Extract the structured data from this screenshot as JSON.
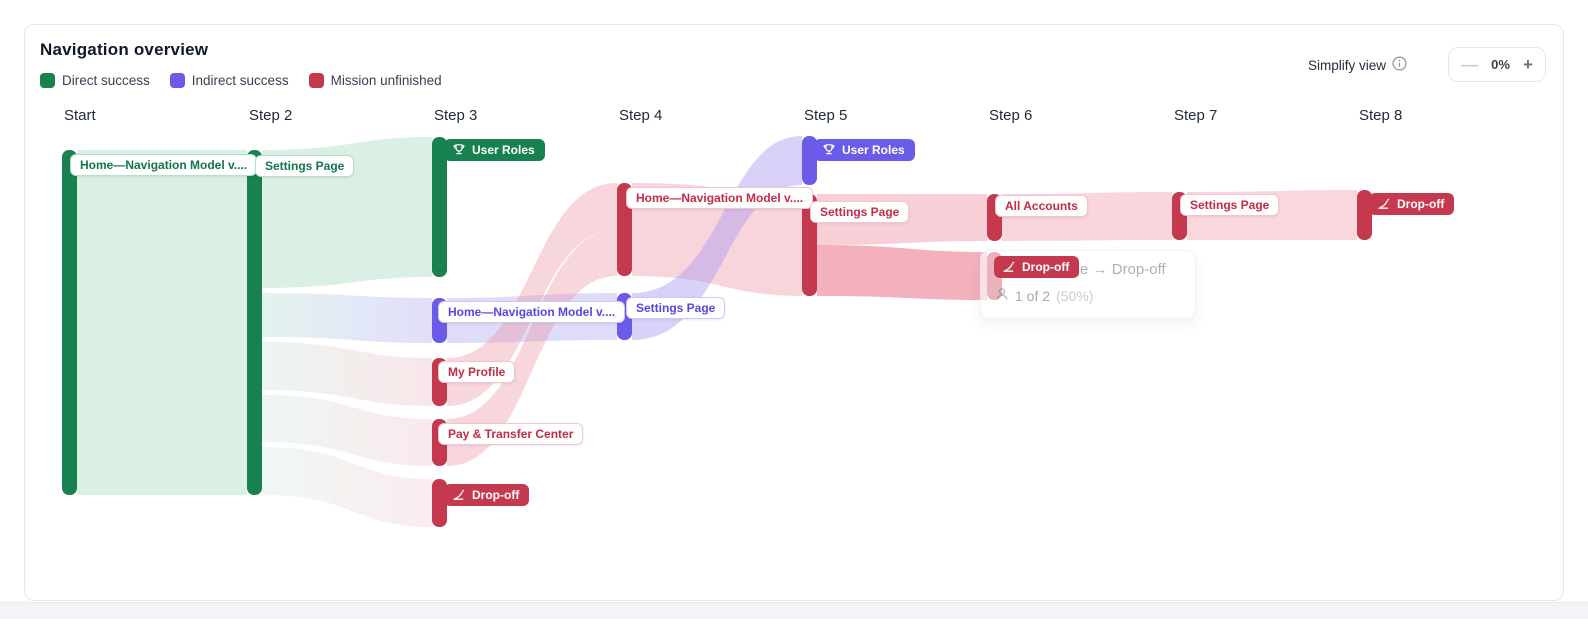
{
  "header": {
    "title": "Navigation overview"
  },
  "legend": [
    {
      "label": "Direct success",
      "color": "#17824f"
    },
    {
      "label": "Indirect success",
      "color": "#6a5ce8"
    },
    {
      "label": "Mission unfinished",
      "color": "#c5394f"
    }
  ],
  "controls": {
    "simplify_label": "Simplify view",
    "zoom": {
      "minus": "—",
      "value": "0%",
      "plus": "+"
    }
  },
  "columns": [
    "Start",
    "Step 2",
    "Step 3",
    "Step 4",
    "Step 5",
    "Step 6",
    "Step 7",
    "Step 8"
  ],
  "nodes": {
    "start_home": {
      "label": "Home—Navigation Model v....",
      "step": "Start",
      "status": "direct"
    },
    "s2_settings": {
      "label": "Settings Page",
      "step": "Step 2",
      "status": "direct"
    },
    "s3_user_roles": {
      "label": "User Roles",
      "step": "Step 3",
      "status": "direct-success"
    },
    "s3_home": {
      "label": "Home—Navigation Model v....",
      "step": "Step 3",
      "status": "indirect"
    },
    "s3_my_profile": {
      "label": "My Profile",
      "step": "Step 3",
      "status": "unfinished"
    },
    "s3_pay": {
      "label": "Pay & Transfer Center",
      "step": "Step 3",
      "status": "unfinished"
    },
    "s3_dropoff": {
      "label": "Drop-off",
      "step": "Step 3",
      "status": "drop-off"
    },
    "s4_home": {
      "label": "Home—Navigation Model v....",
      "step": "Step 4",
      "status": "unfinished"
    },
    "s4_settings": {
      "label": "Settings Page",
      "step": "Step 4",
      "status": "indirect"
    },
    "s5_user_roles": {
      "label": "User Roles",
      "step": "Step 5",
      "status": "indirect-success"
    },
    "s5_settings": {
      "label": "Settings Page",
      "step": "Step 5",
      "status": "unfinished"
    },
    "s6_all_accounts": {
      "label": "All Accounts",
      "step": "Step 6",
      "status": "unfinished"
    },
    "s6_dropoff": {
      "label": "Drop-off",
      "step": "Step 6",
      "status": "drop-off"
    },
    "s7_settings": {
      "label": "Settings Page",
      "step": "Step 7",
      "status": "unfinished"
    },
    "s8_dropoff": {
      "label": "Drop-off",
      "step": "Step 8",
      "status": "drop-off"
    }
  },
  "tooltip": {
    "title": "Settings Page → Drop-off",
    "count": "1 of 2",
    "pct": "(50%)"
  },
  "chart_data": {
    "type": "sankey",
    "title": "Navigation overview",
    "steps": [
      "Start",
      "Step 2",
      "Step 3",
      "Step 4",
      "Step 5",
      "Step 6",
      "Step 7",
      "Step 8"
    ],
    "legend": [
      "Direct success",
      "Indirect success",
      "Mission unfinished"
    ],
    "legend_position": "top-left",
    "nodes": [
      {
        "step": "Start",
        "label": "Home—Navigation Model v....",
        "kind": "direct"
      },
      {
        "step": "Step 2",
        "label": "Settings Page",
        "kind": "direct"
      },
      {
        "step": "Step 3",
        "label": "User Roles",
        "kind": "direct-success-end"
      },
      {
        "step": "Step 3",
        "label": "Home—Navigation Model v....",
        "kind": "indirect"
      },
      {
        "step": "Step 3",
        "label": "My Profile",
        "kind": "unfinished"
      },
      {
        "step": "Step 3",
        "label": "Pay & Transfer Center",
        "kind": "unfinished"
      },
      {
        "step": "Step 3",
        "label": "Drop-off",
        "kind": "drop-off-end"
      },
      {
        "step": "Step 4",
        "label": "Home—Navigation Model v....",
        "kind": "unfinished"
      },
      {
        "step": "Step 4",
        "label": "Settings Page",
        "kind": "indirect"
      },
      {
        "step": "Step 5",
        "label": "User Roles",
        "kind": "indirect-success-end"
      },
      {
        "step": "Step 5",
        "label": "Settings Page",
        "kind": "unfinished"
      },
      {
        "step": "Step 6",
        "label": "All Accounts",
        "kind": "unfinished"
      },
      {
        "step": "Step 6",
        "label": "Drop-off",
        "kind": "drop-off-end"
      },
      {
        "step": "Step 7",
        "label": "Settings Page",
        "kind": "unfinished"
      },
      {
        "step": "Step 8",
        "label": "Drop-off",
        "kind": "drop-off-end"
      }
    ],
    "links": [
      {
        "source": "Start/Home—Navigation Model v....",
        "target": "Step 2/Settings Page",
        "share_est": 1.0
      },
      {
        "source": "Step 2/Settings Page",
        "target": "Step 3/User Roles",
        "share_est": 0.41
      },
      {
        "source": "Step 2/Settings Page",
        "target": "Step 3/Home—Navigation Model v....",
        "share_est": 0.13
      },
      {
        "source": "Step 2/Settings Page",
        "target": "Step 3/My Profile",
        "share_est": 0.14
      },
      {
        "source": "Step 2/Settings Page",
        "target": "Step 3/Pay & Transfer Center",
        "share_est": 0.14
      },
      {
        "source": "Step 2/Settings Page",
        "target": "Step 3/Drop-off",
        "share_est": 0.14
      },
      {
        "source": "Step 3/Home—Navigation Model v....",
        "target": "Step 4/Settings Page",
        "share_est": 0.13
      },
      {
        "source": "Step 3/My Profile",
        "target": "Step 4/Home—Navigation Model v....",
        "share_est": 0.14
      },
      {
        "source": "Step 3/Pay & Transfer Center",
        "target": "Step 4/Home—Navigation Model v....",
        "share_est": 0.14
      },
      {
        "source": "Step 4/Home—Navigation Model v....",
        "target": "Step 5/Settings Page",
        "share_est": 0.28
      },
      {
        "source": "Step 4/Settings Page",
        "target": "Step 5/User Roles",
        "share_est": 0.13
      },
      {
        "source": "Step 5/Settings Page",
        "target": "Step 6/All Accounts",
        "share_est": 0.14
      },
      {
        "source": "Step 5/Settings Page",
        "target": "Step 6/Drop-off",
        "share_est": 0.14,
        "count": "1 of 2",
        "pct": "50%"
      },
      {
        "source": "Step 6/All Accounts",
        "target": "Step 7/Settings Page",
        "share_est": 0.14
      },
      {
        "source": "Step 7/Settings Page",
        "target": "Step 8/Drop-off",
        "share_est": 0.14
      }
    ],
    "hover_tooltip": {
      "title": "Settings Page → Drop-off",
      "value": "1 of 2 (50%)"
    }
  }
}
